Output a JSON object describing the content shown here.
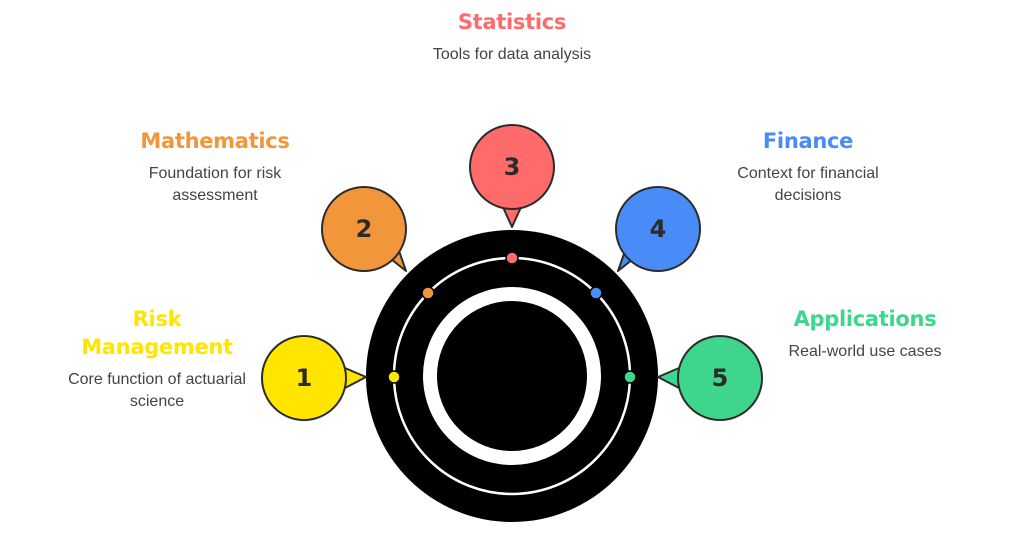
{
  "items": [
    {
      "number": "1",
      "title": "Risk Management",
      "description": "Core function of actuarial science",
      "color": "#FFE500"
    },
    {
      "number": "2",
      "title": "Mathematics",
      "description": "Foundation for risk assessment",
      "color": "#F2963C"
    },
    {
      "number": "3",
      "title": "Statistics",
      "description": "Tools for data analysis",
      "color": "#FF6B6B"
    },
    {
      "number": "4",
      "title": "Finance",
      "description": "Context for financial decisions",
      "color": "#4A8CF7"
    },
    {
      "number": "5",
      "title": "Applications",
      "description": "Real-world use cases",
      "color": "#3DD68C"
    }
  ],
  "colors": {
    "hub": "#000000",
    "ring": "#ffffff",
    "outline": "#2b2b2b"
  }
}
